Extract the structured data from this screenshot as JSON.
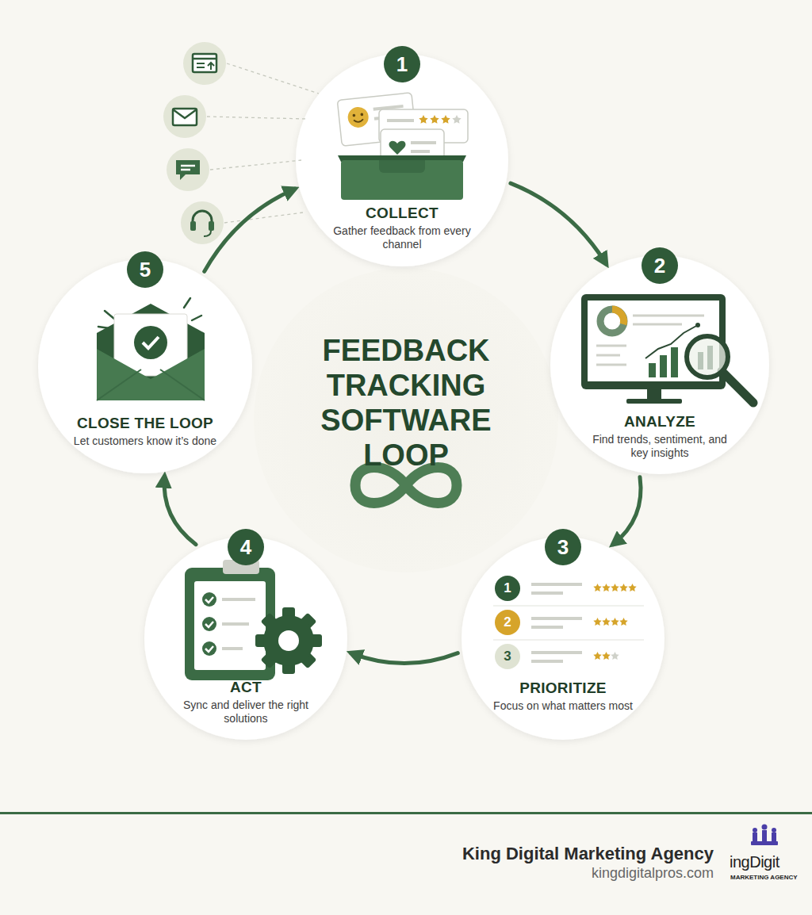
{
  "diagram": {
    "title": "FEEDBACK TRACKING SOFTWARE LOOP",
    "nodes": [
      {
        "text": [
          "1",
          "COLLECT",
          "Gather feedback from every channel"
        ]
      },
      {
        "text": [
          "2",
          "ANALYZE",
          "Find trends, sentiment, and key insights"
        ]
      },
      {
        "text": [
          "3",
          "PRIORITIZE",
          "Focus on what matters most"
        ]
      },
      {
        "text": [
          "4",
          "ACT",
          "Sync and deliver the right solutions"
        ]
      },
      {
        "text": [
          "5",
          "CLOSE THE LOOP",
          "Let customers know it’s done"
        ]
      }
    ],
    "edges": [
      {
        "from": 0,
        "to": 1,
        "arrow": "to"
      },
      {
        "from": 1,
        "to": 2,
        "arrow": "to"
      },
      {
        "from": 2,
        "to": 3,
        "arrow": "to"
      },
      {
        "from": 3,
        "to": 4,
        "arrow": "to"
      },
      {
        "from": 4,
        "to": 0,
        "arrow": "to"
      }
    ],
    "labels": [
      "1",
      "2",
      "3",
      "King Digital Marketing Agency",
      "kingdigitalpros.com",
      "ingDigit",
      "MARKETING AGENCY"
    ]
  }
}
